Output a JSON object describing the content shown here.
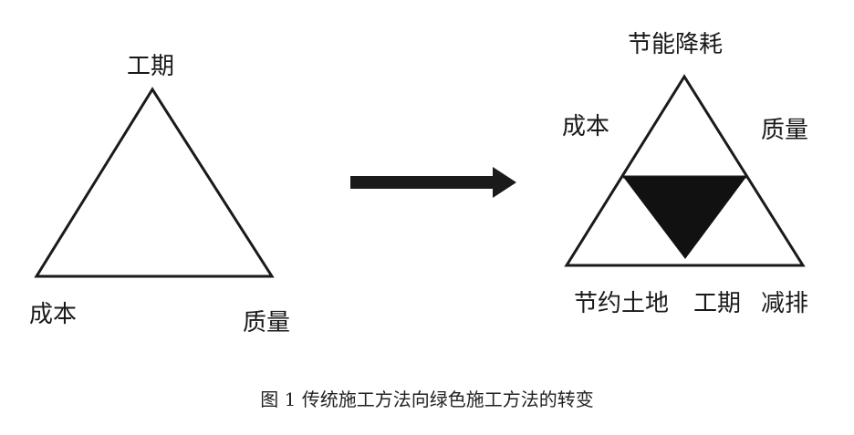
{
  "left_diagram": {
    "top_label": "工期",
    "bottom_left_label": "成本",
    "bottom_right_label": "质量"
  },
  "right_diagram": {
    "top_label": "节能降耗",
    "left_label": "成本",
    "right_label": "质量",
    "bottom_labels": [
      "节约土地",
      "工期",
      "减排"
    ]
  },
  "caption": "图 1 传统施工方法向绿色施工方法的转变",
  "colors": {
    "line": "#1a1a1a",
    "fill": "#111111",
    "background": "#ffffff"
  }
}
